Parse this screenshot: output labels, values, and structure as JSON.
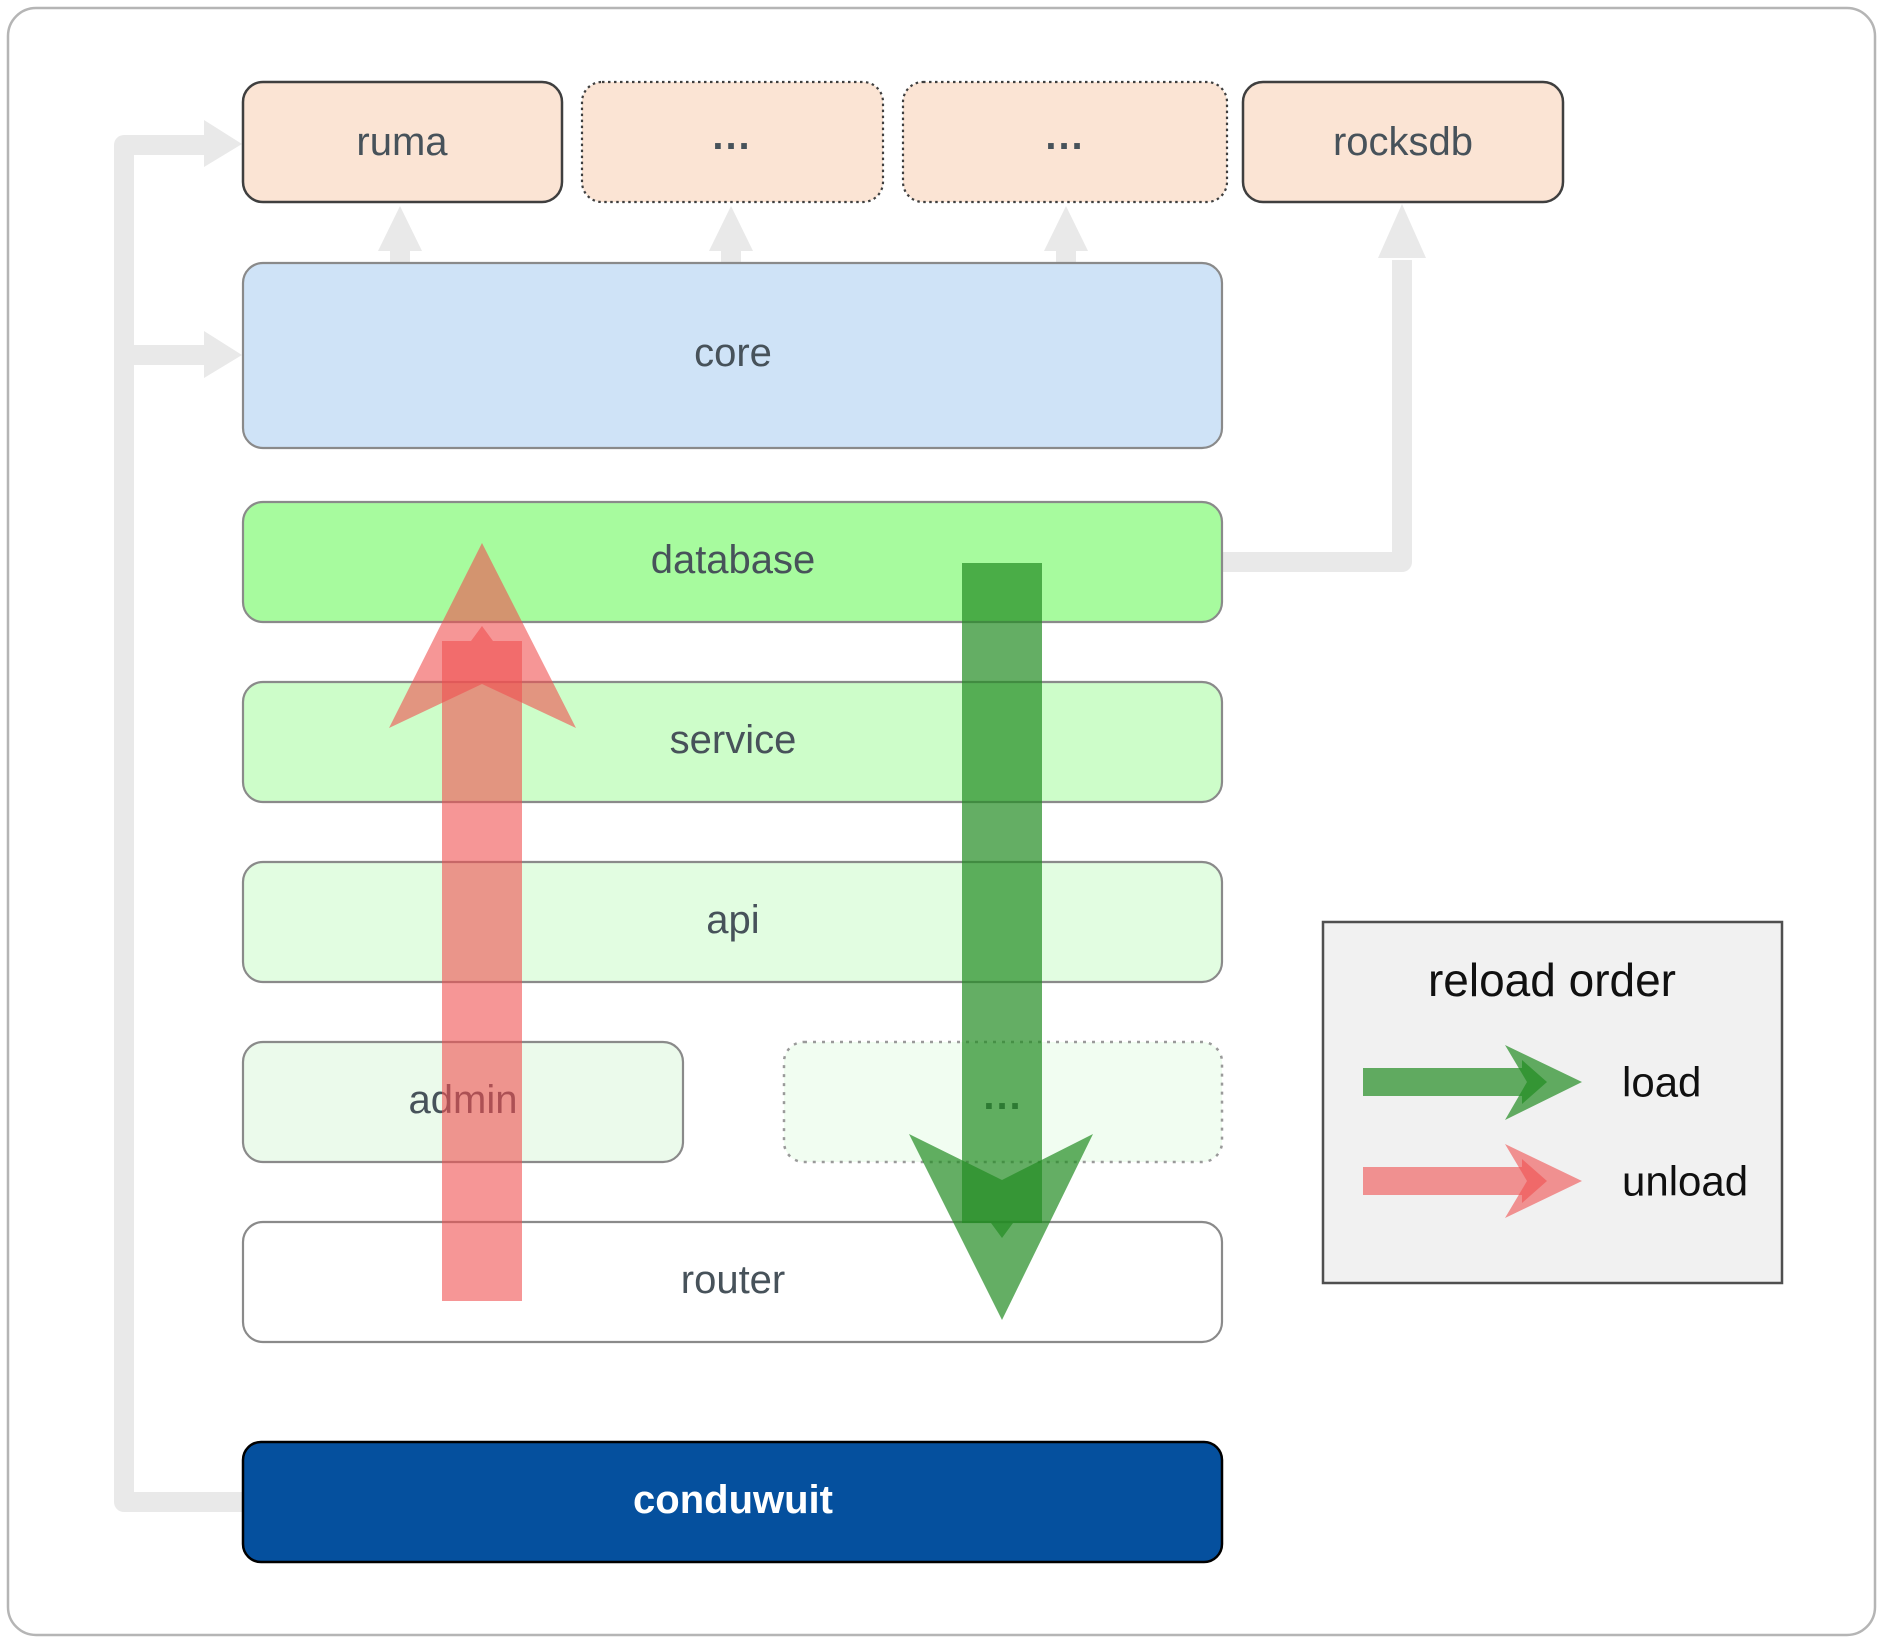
{
  "nodes": {
    "ruma": {
      "label": "ruma"
    },
    "ellipsis_top_1": {
      "label": "..."
    },
    "ellipsis_top_2": {
      "label": "..."
    },
    "rocksdb": {
      "label": "rocksdb"
    },
    "core": {
      "label": "core"
    },
    "database": {
      "label": "database"
    },
    "service": {
      "label": "service"
    },
    "api": {
      "label": "api"
    },
    "admin": {
      "label": "admin"
    },
    "ellipsis_admin": {
      "label": "..."
    },
    "router": {
      "label": "router"
    },
    "conduwuit": {
      "label": "conduwuit"
    }
  },
  "legend": {
    "title": "reload order",
    "load_label": "load",
    "unload_label": "unload"
  },
  "colors": {
    "peach": "#fbe4d4",
    "core_blue": "#cfe3f7",
    "database_green": "#a7fb9e",
    "service_green": "#cdfdc9",
    "api_green": "#e2fde1",
    "admin_green": "#ebfaeb",
    "ellipsis_green": "#f1fdf1",
    "router_white": "#ffffff",
    "conduwuit_blue": "#05509e",
    "connector_gray": "#e9e9e9",
    "load_green": "#228b22",
    "unload_red": "#f05050",
    "legend_bg": "#f1f1f1",
    "label_text": "#47525a"
  }
}
